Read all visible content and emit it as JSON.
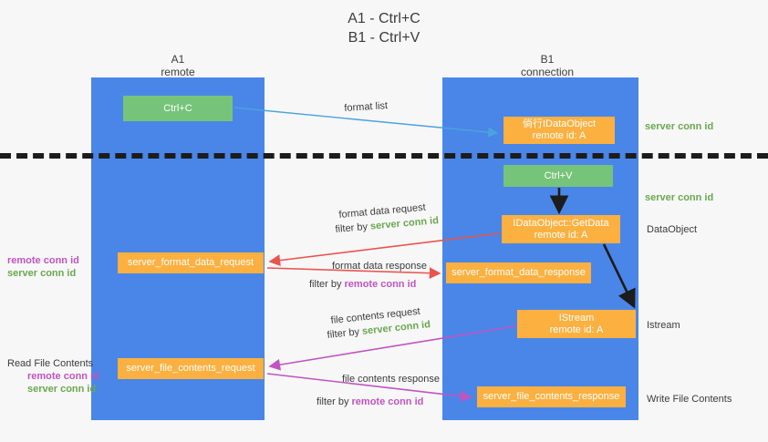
{
  "title": "A1 - Ctrl+C\nB1 - Ctrl+V",
  "colors": {
    "lane": "#4a86e8",
    "green_box": "#76c479",
    "orange_box": "#fbb040",
    "green_text": "#6aa84f",
    "magenta_text": "#c154c1",
    "blue_arrow": "#4aa3df",
    "red_arrow": "#e8554e",
    "magenta_arrow": "#c154c1",
    "black_arrow": "#1c1c1c",
    "background": "#f7f7f7"
  },
  "columns": [
    {
      "name": "A1",
      "subtitle": "remote",
      "header": "A1\nremote"
    },
    {
      "name": "B1",
      "subtitle": "connection",
      "header": "B1\nconnection"
    }
  ],
  "nodes": {
    "ctrl_c": "Ctrl+C",
    "idataobject": "倘行IDataObject\nremote id: A",
    "ctrl_v": "Ctrl+V",
    "getdata": "IDataObject::GetData\nremote id: A",
    "format_data_request": "server_format_data_request",
    "format_data_response": "server_format_data_response",
    "istream": "IStream\nremote id: A",
    "file_contents_request": "server_file_contents_request",
    "file_contents_response": "server_file_contents_response"
  },
  "edge_labels": {
    "format_list": "format list",
    "format_data_request": "format data request",
    "format_data_request_filter_prefix": "filter by ",
    "format_data_request_filter_key": "server conn id",
    "format_data_response": "format data response",
    "format_data_response_filter_prefix": "filter by ",
    "format_data_response_filter_key": "remote conn id",
    "file_contents_request": "file contents request",
    "file_contents_request_filter_prefix": "filter by ",
    "file_contents_request_filter_key": "server conn id",
    "file_contents_response": "file contents response",
    "file_contents_response_filter_prefix": "filter by ",
    "file_contents_response_filter_key": "remote conn id"
  },
  "right_labels": {
    "server_conn_id_top": "server conn id",
    "server_conn_id_mid": "server conn id",
    "dataobject": "DataObject",
    "istream": "Istream",
    "write_file_contents": "Write File Contents"
  },
  "left_labels": {
    "group1_remote": "remote conn id",
    "group1_server": "server conn id",
    "read_file_contents": "Read File Contents",
    "group2_remote": "remote conn id",
    "group2_server": "server conn id"
  }
}
